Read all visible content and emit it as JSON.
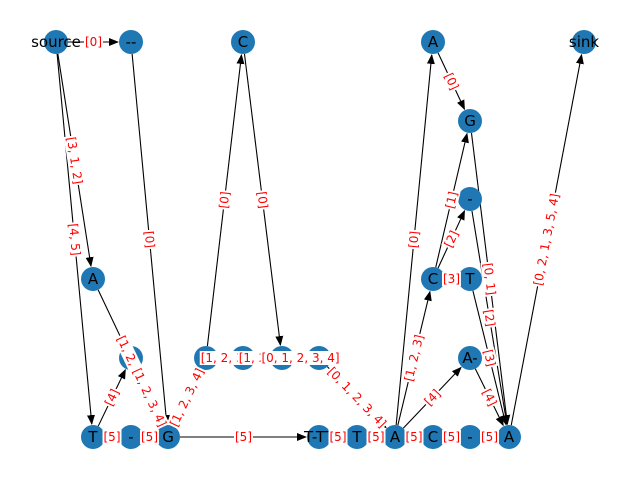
{
  "graph": {
    "nodes": [
      {
        "id": "source",
        "label": "source"
      },
      {
        "id": "n_dash_top",
        "label": "--"
      },
      {
        "id": "n_C_top",
        "label": "C"
      },
      {
        "id": "n_A_top",
        "label": "A"
      },
      {
        "id": "sink",
        "label": "sink"
      },
      {
        "id": "n_G_r",
        "label": "G"
      },
      {
        "id": "n_dash_r",
        "label": "-"
      },
      {
        "id": "n_A_left",
        "label": "A"
      },
      {
        "id": "n_C_r",
        "label": "C"
      },
      {
        "id": "n_T_r",
        "label": "T"
      },
      {
        "id": "n_C_left",
        "label": "C"
      },
      {
        "id": "n_T_mid",
        "label": "T"
      },
      {
        "id": "n_A_mid",
        "label": "A"
      },
      {
        "id": "n_C_mid",
        "label": "C"
      },
      {
        "id": "n_G_mid",
        "label": "G"
      },
      {
        "id": "n_Adash",
        "label": "A-"
      },
      {
        "id": "n_T_bot",
        "label": "T"
      },
      {
        "id": "n_dash_bot",
        "label": "-"
      },
      {
        "id": "n_G_bot",
        "label": "G"
      },
      {
        "id": "n_TTT",
        "label": "T-TT"
      },
      {
        "id": "n_T_bot2",
        "label": "T"
      },
      {
        "id": "n_A_bot",
        "label": "A"
      },
      {
        "id": "n_C_bot",
        "label": "C"
      },
      {
        "id": "n_dash_bot2",
        "label": "-"
      },
      {
        "id": "n_A_end",
        "label": "A"
      }
    ],
    "edges": [
      {
        "from": "source",
        "to": "n_dash_top",
        "label": "[0]"
      },
      {
        "from": "source",
        "to": "n_A_left",
        "label": "[3, 1, 2]"
      },
      {
        "from": "source",
        "to": "n_T_bot",
        "label": "[4, 5]"
      },
      {
        "from": "n_dash_top",
        "to": "n_G_bot",
        "label": "[0]"
      },
      {
        "from": "n_A_left",
        "to": "n_G_bot",
        "label": "[1, 2, 3]"
      },
      {
        "from": "n_T_bot",
        "to": "n_C_left",
        "label": "[4]"
      },
      {
        "from": "n_T_bot",
        "to": "n_dash_bot",
        "label": "[5]"
      },
      {
        "from": "n_dash_bot",
        "to": "n_G_bot",
        "label": "[5]"
      },
      {
        "from": "n_C_left",
        "to": "n_G_bot",
        "label": "[1, 2, 3, 4]"
      },
      {
        "from": "n_G_bot",
        "to": "n_T_mid",
        "label": "[1, 2, 3, 4]"
      },
      {
        "from": "n_G_bot",
        "to": "n_TTT",
        "label": "[5]"
      },
      {
        "from": "n_T_mid",
        "to": "n_C_top",
        "label": "[0]"
      },
      {
        "from": "n_C_top",
        "to": "n_C_mid",
        "label": "[0]"
      },
      {
        "from": "n_T_mid",
        "to": "n_A_mid",
        "label": "[1, 2, 3]"
      },
      {
        "from": "n_A_mid",
        "to": "n_C_mid",
        "label": "[1, 2, 3]"
      },
      {
        "from": "n_C_mid",
        "to": "n_G_mid",
        "label": "[0, 1, 2, 3, 4]"
      },
      {
        "from": "n_G_mid",
        "to": "n_A_bot",
        "label": "[0, 1, 2, 3, 4]"
      },
      {
        "from": "n_TTT",
        "to": "n_T_bot2",
        "label": "[5]"
      },
      {
        "from": "n_T_bot2",
        "to": "n_A_bot",
        "label": "[5]"
      },
      {
        "from": "n_A_bot",
        "to": "n_A_top",
        "label": "[0]"
      },
      {
        "from": "n_A_bot",
        "to": "n_C_r",
        "label": "[1, 2, 3]"
      },
      {
        "from": "n_A_bot",
        "to": "n_Adash",
        "label": "[4]"
      },
      {
        "from": "n_A_bot",
        "to": "n_C_bot",
        "label": "[5]"
      },
      {
        "from": "n_C_bot",
        "to": "n_dash_bot2",
        "label": "[5]"
      },
      {
        "from": "n_dash_bot2",
        "to": "n_A_end",
        "label": "[5]"
      },
      {
        "from": "n_A_top",
        "to": "n_G_r",
        "label": "[0]"
      },
      {
        "from": "n_C_r",
        "to": "n_G_r",
        "label": "[1]"
      },
      {
        "from": "n_C_r",
        "to": "n_dash_r",
        "label": "[2]"
      },
      {
        "from": "n_C_r",
        "to": "n_T_r",
        "label": "[3]"
      },
      {
        "from": "n_G_r",
        "to": "n_A_end",
        "label": "[0, 1]"
      },
      {
        "from": "n_dash_r",
        "to": "n_A_end",
        "label": "[2]"
      },
      {
        "from": "n_T_r",
        "to": "n_A_end",
        "label": "[3]"
      },
      {
        "from": "n_Adash",
        "to": "n_A_end",
        "label": "[4]"
      },
      {
        "from": "n_A_end",
        "to": "sink",
        "label": "[0, 2, 1, 3, 5, 4]"
      }
    ]
  }
}
